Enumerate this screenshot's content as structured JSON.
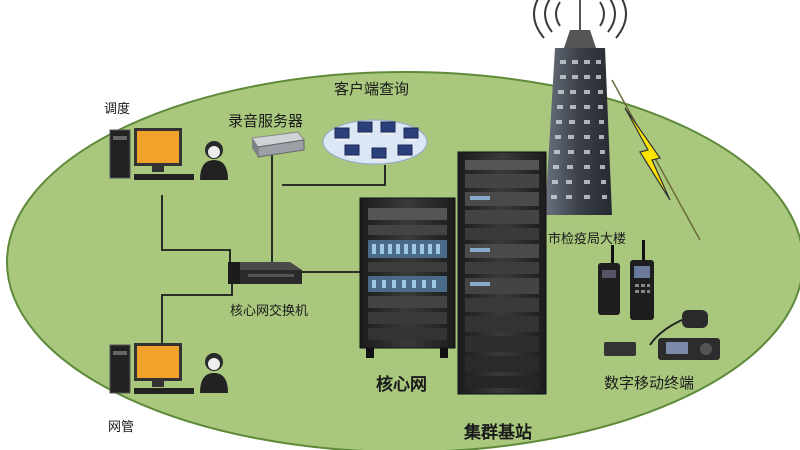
{
  "labels": {
    "dispatch": "调度",
    "recording_server": "录音服务器",
    "client_query": "客户端查询",
    "city_building": "市检疫局大楼",
    "core_switch": "核心网交换机",
    "core_network": "核心网",
    "cluster_base_station": "集群基站",
    "digital_terminal": "数字移动终端",
    "network_mgmt": "网管"
  },
  "colors": {
    "ellipse_fill": "#a9c87e",
    "ellipse_stroke": "#5e8a3a",
    "link": "#1a1a1a",
    "monitor_screen": "#f2a22a",
    "rack": "#2a2a2a",
    "building": "#3a3f47",
    "lightning": "#ffe400"
  }
}
